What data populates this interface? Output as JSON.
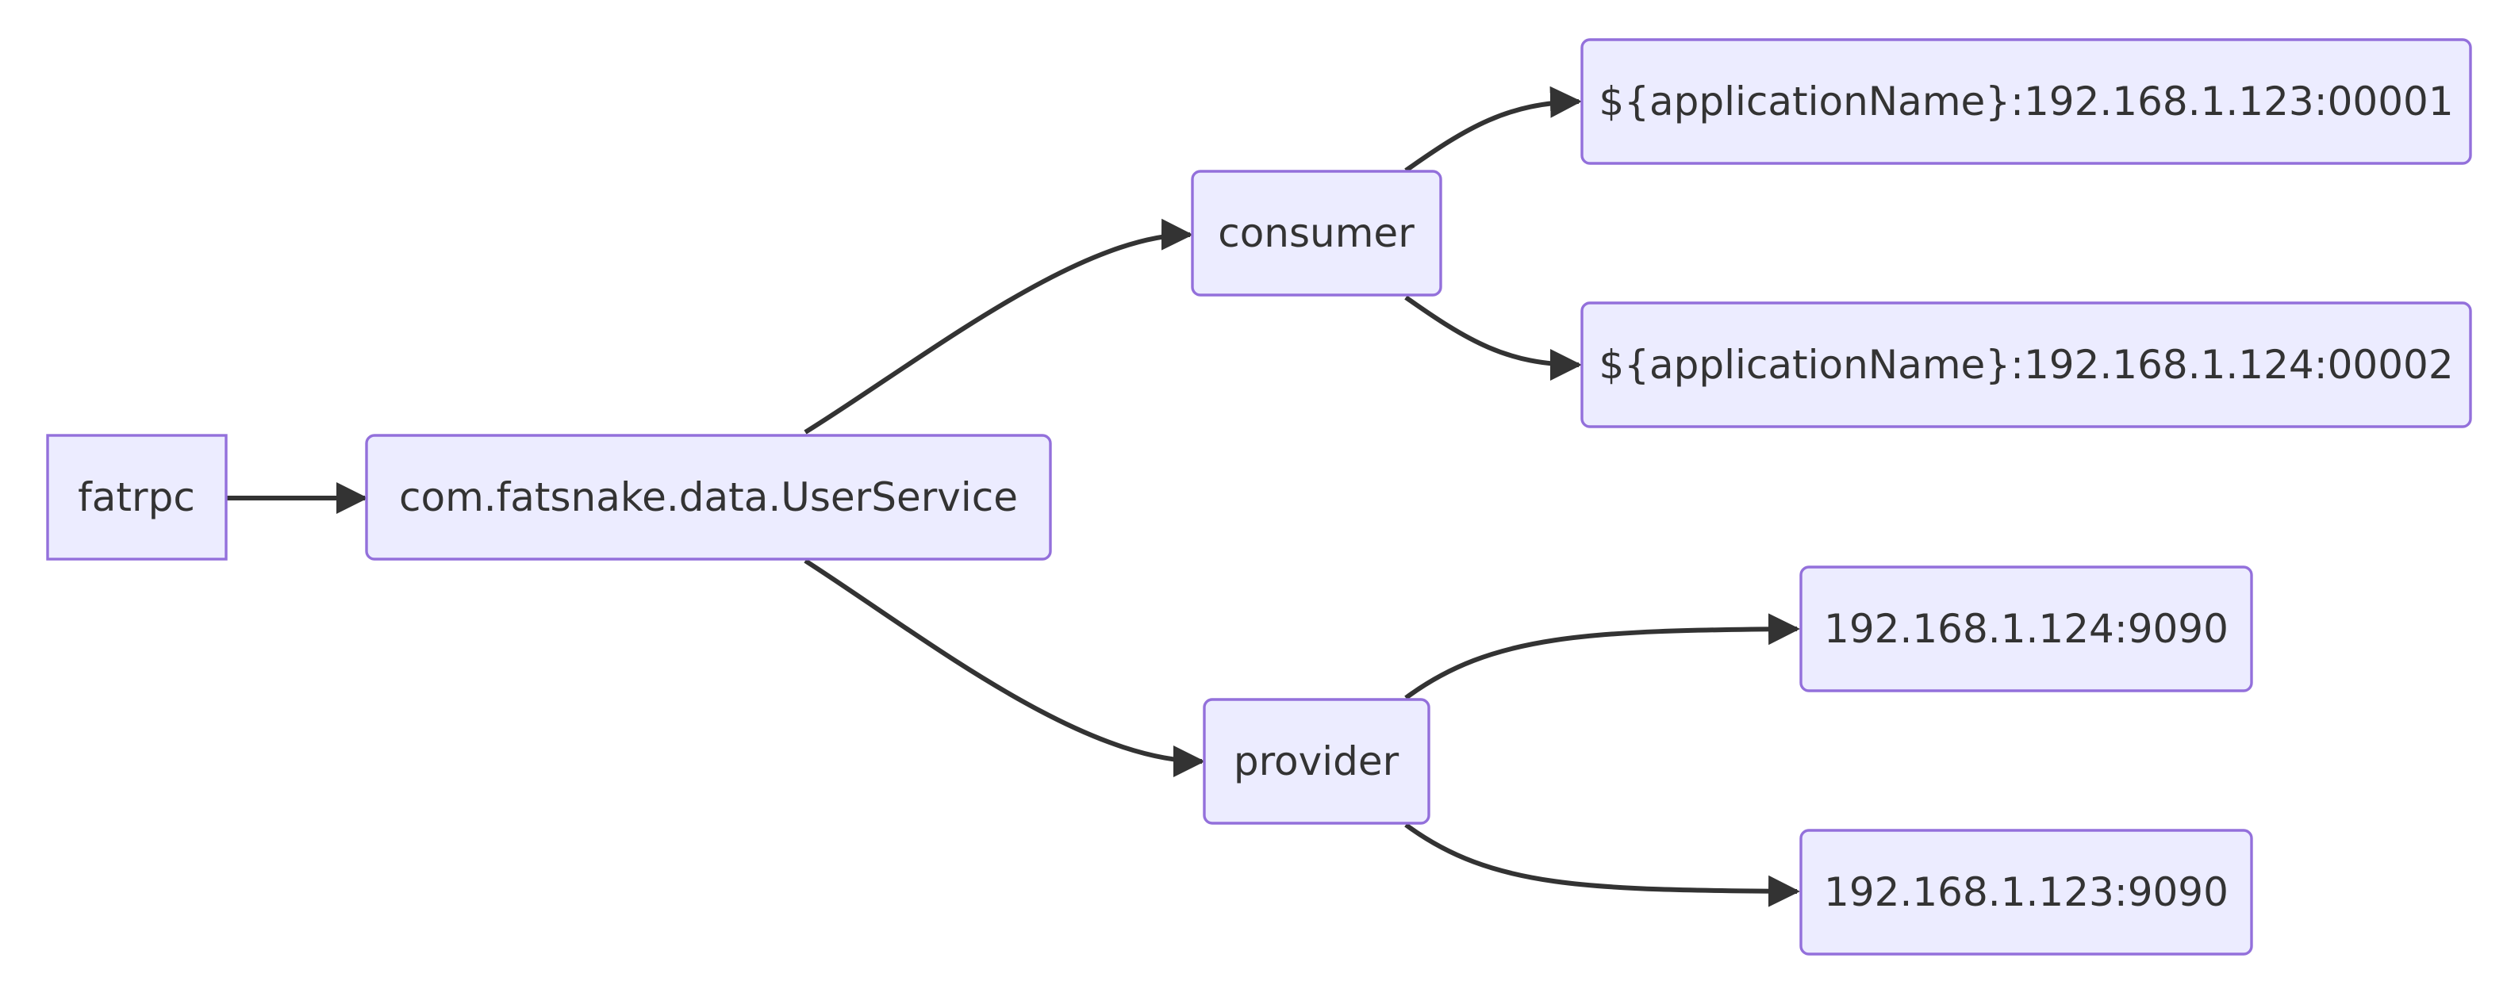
{
  "diagram": {
    "type": "flowchart-lr",
    "colors": {
      "node_fill": "#ECECFF",
      "node_stroke": "#9370DB",
      "edge": "#333333",
      "text": "#333333",
      "background": "#FFFFFF"
    },
    "nodes": {
      "fatrpc": {
        "label": "fatrpc",
        "shape": "square"
      },
      "service": {
        "label": "com.fatsnake.data.UserService",
        "shape": "rounded"
      },
      "consumer": {
        "label": "consumer",
        "shape": "rounded"
      },
      "provider": {
        "label": "provider",
        "shape": "rounded"
      },
      "consumer1": {
        "label": "${applicationName}:192.168.1.123:00001",
        "shape": "rounded"
      },
      "consumer2": {
        "label": "${applicationName}:192.168.1.124:00002",
        "shape": "rounded"
      },
      "provider1": {
        "label": "192.168.1.124:9090",
        "shape": "rounded"
      },
      "provider2": {
        "label": "192.168.1.123:9090",
        "shape": "rounded"
      }
    },
    "edges": [
      {
        "from": "fatrpc",
        "to": "service"
      },
      {
        "from": "service",
        "to": "consumer"
      },
      {
        "from": "service",
        "to": "provider"
      },
      {
        "from": "consumer",
        "to": "consumer1"
      },
      {
        "from": "consumer",
        "to": "consumer2"
      },
      {
        "from": "provider",
        "to": "provider1"
      },
      {
        "from": "provider",
        "to": "provider2"
      }
    ]
  }
}
